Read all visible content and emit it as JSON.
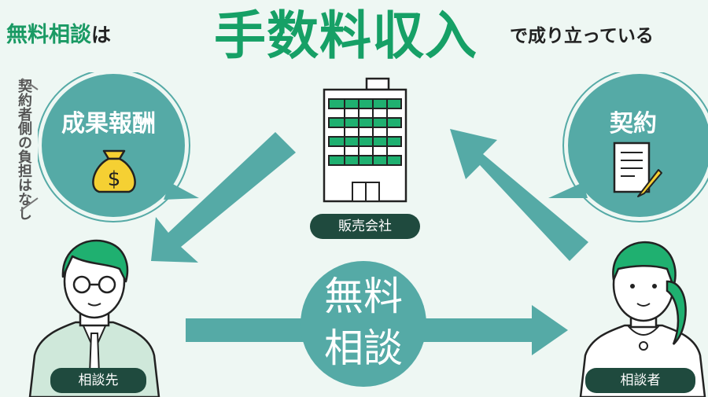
{
  "headline": {
    "left": "無料相談",
    "particle": "は",
    "emphasis": "手数料収入",
    "right": "で成り立っている"
  },
  "side_note": "契約者側の負担はなし",
  "bubbles": {
    "reward": "成果報酬",
    "contract": "契約"
  },
  "nodes": {
    "company": "販売会社",
    "advisor": "相談先",
    "client": "相談者"
  },
  "center": {
    "line1": "無料",
    "line2": "相談"
  },
  "colors": {
    "accent": "#16a066",
    "teal": "#55aaa6",
    "dark": "#1f4a3e",
    "background": "#eef7f3"
  },
  "icons": [
    "money-bag-icon",
    "contract-document-icon",
    "building-icon",
    "man-avatar",
    "woman-avatar"
  ]
}
